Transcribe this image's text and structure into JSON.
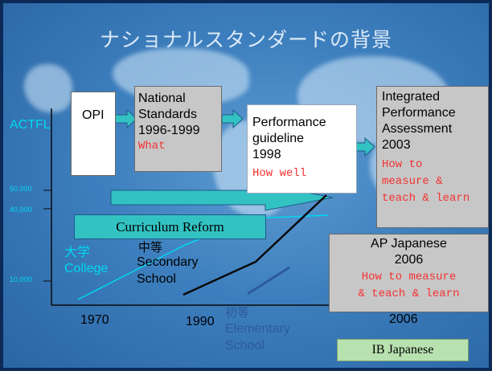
{
  "slide": {
    "title": "ナショナルスタンダードの背景",
    "actfl": "ACTFL",
    "opi": "OPI",
    "national": {
      "line1": "National",
      "line2": "Standards",
      "years": "1996-1999",
      "what": "What"
    },
    "performance": {
      "line1": "Performance",
      "line2": "guideline",
      "year": "1998",
      "how": "How well"
    },
    "ipa": {
      "line1": "Integrated",
      "line2": "Performance",
      "line3": "Assessment",
      "year": "2003",
      "red1": "How to",
      "red2": "measure &",
      "red3": "teach & learn"
    },
    "curriculum": "Curriculum Reform",
    "ap": {
      "line1": "AP Japanese",
      "line2": "2006",
      "red1": "How to measure",
      "red2": "& teach & learn"
    },
    "ib": "IB Japanese",
    "ticks": {
      "y50k": "50,000",
      "y40k": "40,000",
      "y10k": "10,000"
    },
    "years": {
      "y1970": "1970",
      "y1990": "1990",
      "y2006": "2006"
    },
    "college": {
      "jp": "大学",
      "en": "College"
    },
    "secondary": {
      "jp": "中等",
      "line1": "Secondary",
      "line2": "School"
    },
    "elementary": {
      "jp": "初等",
      "line1": "Elementary",
      "line2": "School"
    },
    "colors": {
      "cyan": "#00d8f0",
      "red": "#f43232",
      "gray": "#c7c7c7",
      "teal": "#33c2c2",
      "ib": "#b8e1b0"
    }
  }
}
